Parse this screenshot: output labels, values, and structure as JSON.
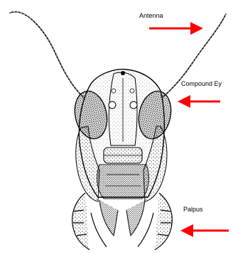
{
  "diagram": {
    "labels": {
      "antenna": "Antenna",
      "compound_eye": "Compound Ey",
      "palpus": "Palpus"
    },
    "colors": {
      "arrow": "#ff0000",
      "ink": "#000000",
      "background": "#ffffff"
    }
  }
}
